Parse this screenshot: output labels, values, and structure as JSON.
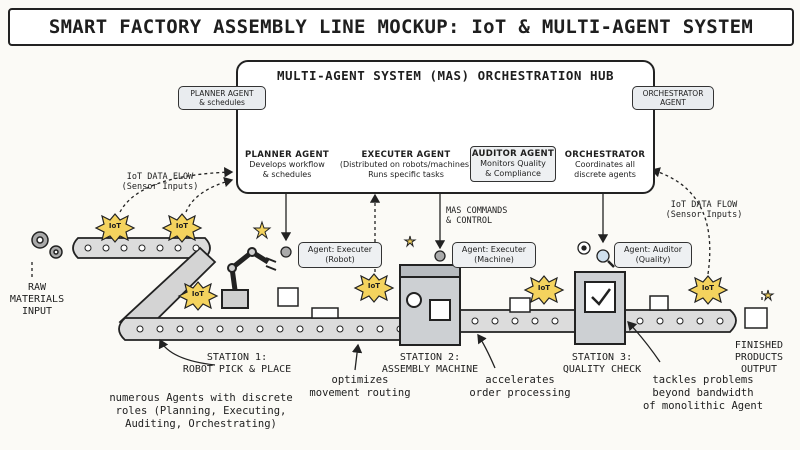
{
  "title": "SMART FACTORY ASSEMBLY LINE MOCKUP: IoT & MULTI-AGENT SYSTEM",
  "hub": {
    "title": "MULTI-AGENT SYSTEM (MAS) ORCHESTRATION HUB",
    "planner_callout": [
      "PLANNER AGENT",
      "& schedules"
    ],
    "orchestrator_callout": [
      "ORCHESTRATOR",
      "AGENT"
    ],
    "agents": [
      {
        "name": "PLANNER AGENT",
        "desc1": "Develops workflow",
        "desc2": "& schedules"
      },
      {
        "name": "EXECUTER AGENT",
        "desc1": "(Distributed on robots/machines)",
        "desc2": "Runs specific tasks"
      },
      {
        "name": "AUDITOR AGENT",
        "desc1": "Monitors Quality",
        "desc2": "& Compliance"
      },
      {
        "name": "ORCHESTRATOR",
        "desc1": "Coordinates all",
        "desc2": "discrete agents"
      }
    ]
  },
  "flows": {
    "left_iot": [
      "IoT DATA FLOW",
      "(Sensor Inputs)"
    ],
    "right_iot": [
      "IoT DATA FLOW",
      "(Sensor Inputs)"
    ],
    "mas_commands": [
      "MAS COMMANDS",
      "& CONTROL"
    ]
  },
  "iot_tag": "IoT",
  "line_agents": {
    "robot": [
      "Agent: Executer",
      "(Robot)"
    ],
    "machine": [
      "Agent: Executer",
      "(Machine)"
    ],
    "quality": [
      "Agent: Auditor",
      "(Quality)"
    ]
  },
  "raw_input": [
    "RAW",
    "MATERIALS",
    "INPUT"
  ],
  "finished_output": [
    "FINISHED",
    "PRODUCTS",
    "OUTPUT"
  ],
  "stations": {
    "s1": [
      "STATION 1:",
      "ROBOT PICK & PLACE"
    ],
    "s2": [
      "STATION 2:",
      "ASSEMBLY MACHINE"
    ],
    "s3": [
      "STATION 3:",
      "QUALITY CHECK"
    ]
  },
  "notes": {
    "n1": [
      "numerous Agents with discrete",
      "roles (Planning, Executing,",
      "Auditing, Orchestrating)"
    ],
    "n2": [
      "optimizes",
      "movement routing"
    ],
    "n3": [
      "accelerates",
      "order processing"
    ],
    "n4": [
      "tackles problems",
      "beyond bandwidth",
      "of monolithic Agent"
    ]
  },
  "colors": {
    "iot_star": "#f4d35e",
    "ink": "#222222",
    "box_fill": "#eef0f2",
    "belt": "#d8d8d8"
  }
}
